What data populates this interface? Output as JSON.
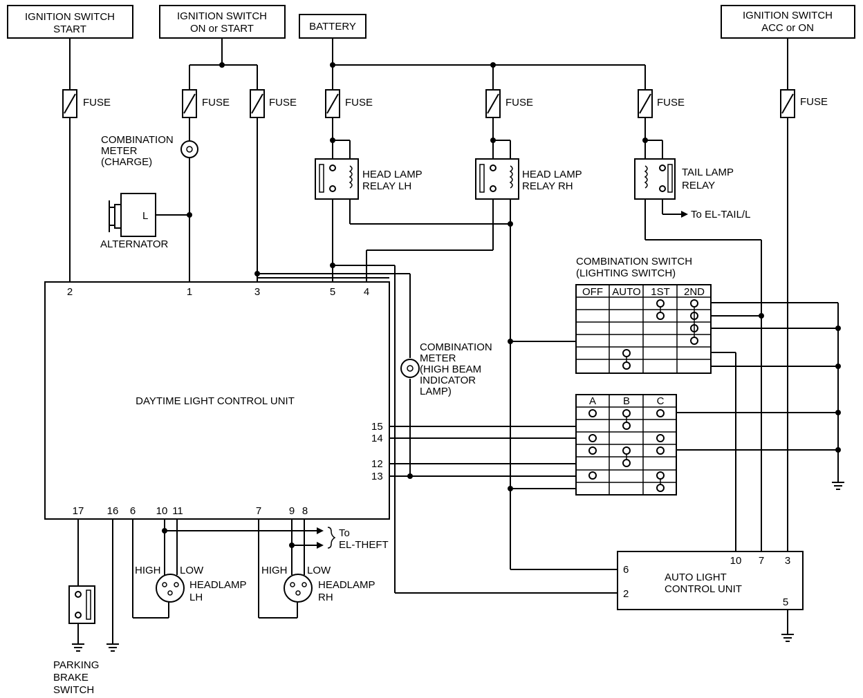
{
  "sources": {
    "ign_start": [
      "IGNITION SWITCH",
      "START"
    ],
    "ign_on_start": [
      "IGNITION SWITCH",
      "ON or START"
    ],
    "battery": "BATTERY",
    "ign_acc_on": [
      "IGNITION SWITCH",
      "ACC or ON"
    ]
  },
  "fuse_label": "FUSE",
  "combination_meter_charge": [
    "COMBINATION",
    "METER",
    "(CHARGE)"
  ],
  "alternator": {
    "label": "ALTERNATOR",
    "terminal": "L"
  },
  "relays": {
    "head_lh": [
      "HEAD LAMP",
      "RELAY LH"
    ],
    "head_rh": [
      "HEAD LAMP",
      "RELAY RH"
    ],
    "tail": [
      "TAIL LAMP",
      "RELAY"
    ]
  },
  "to_el_tail": "To EL-TAIL/L",
  "combination_switch": {
    "title": [
      "COMBINATION SWITCH",
      "(LIGHTING SWITCH)"
    ],
    "positions": [
      "OFF",
      "AUTO",
      "1ST",
      "2ND"
    ],
    "beam_positions": [
      "A",
      "B",
      "C"
    ]
  },
  "combination_meter_hb": [
    "COMBINATION",
    "METER",
    "(HIGH BEAM",
    "INDICATOR",
    "LAMP)"
  ],
  "daytime_unit": {
    "label": "DAYTIME LIGHT CONTROL UNIT",
    "top_pins": [
      "2",
      "1",
      "3",
      "5",
      "4"
    ],
    "right_pins": [
      "15",
      "14",
      "12",
      "13"
    ],
    "bottom_pins": [
      "17",
      "16",
      "6",
      "10",
      "11",
      "7",
      "9",
      "8"
    ]
  },
  "to_el_theft": [
    "To",
    "EL-THEFT"
  ],
  "headlamp_lh": {
    "high": "HIGH",
    "low": "LOW",
    "label": [
      "HEADLAMP",
      "LH"
    ]
  },
  "headlamp_rh": {
    "high": "HIGH",
    "low": "LOW",
    "label": [
      "HEADLAMP",
      "RH"
    ]
  },
  "parking_brake": [
    "PARKING",
    "BRAKE",
    "SWITCH"
  ],
  "auto_light_unit": {
    "label": [
      "AUTO LIGHT",
      "CONTROL UNIT"
    ],
    "pins": [
      "10",
      "7",
      "3",
      "6",
      "2",
      "5"
    ]
  }
}
